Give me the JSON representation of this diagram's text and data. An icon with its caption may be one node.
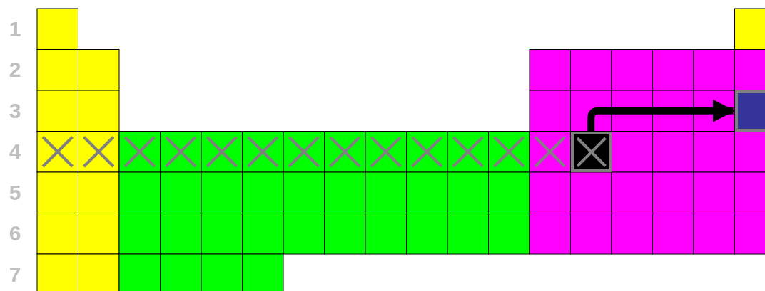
{
  "diagram": {
    "nodes": [
      {
        "text": [],
        "shape": "box"
      },
      {
        "text": [],
        "shape": "box"
      }
    ],
    "edges": [
      {
        "from": 0,
        "to": 1,
        "arrow": "to"
      }
    ],
    "labels": [
      "1",
      "2",
      "3",
      "4",
      "5",
      "6",
      "7"
    ]
  }
}
